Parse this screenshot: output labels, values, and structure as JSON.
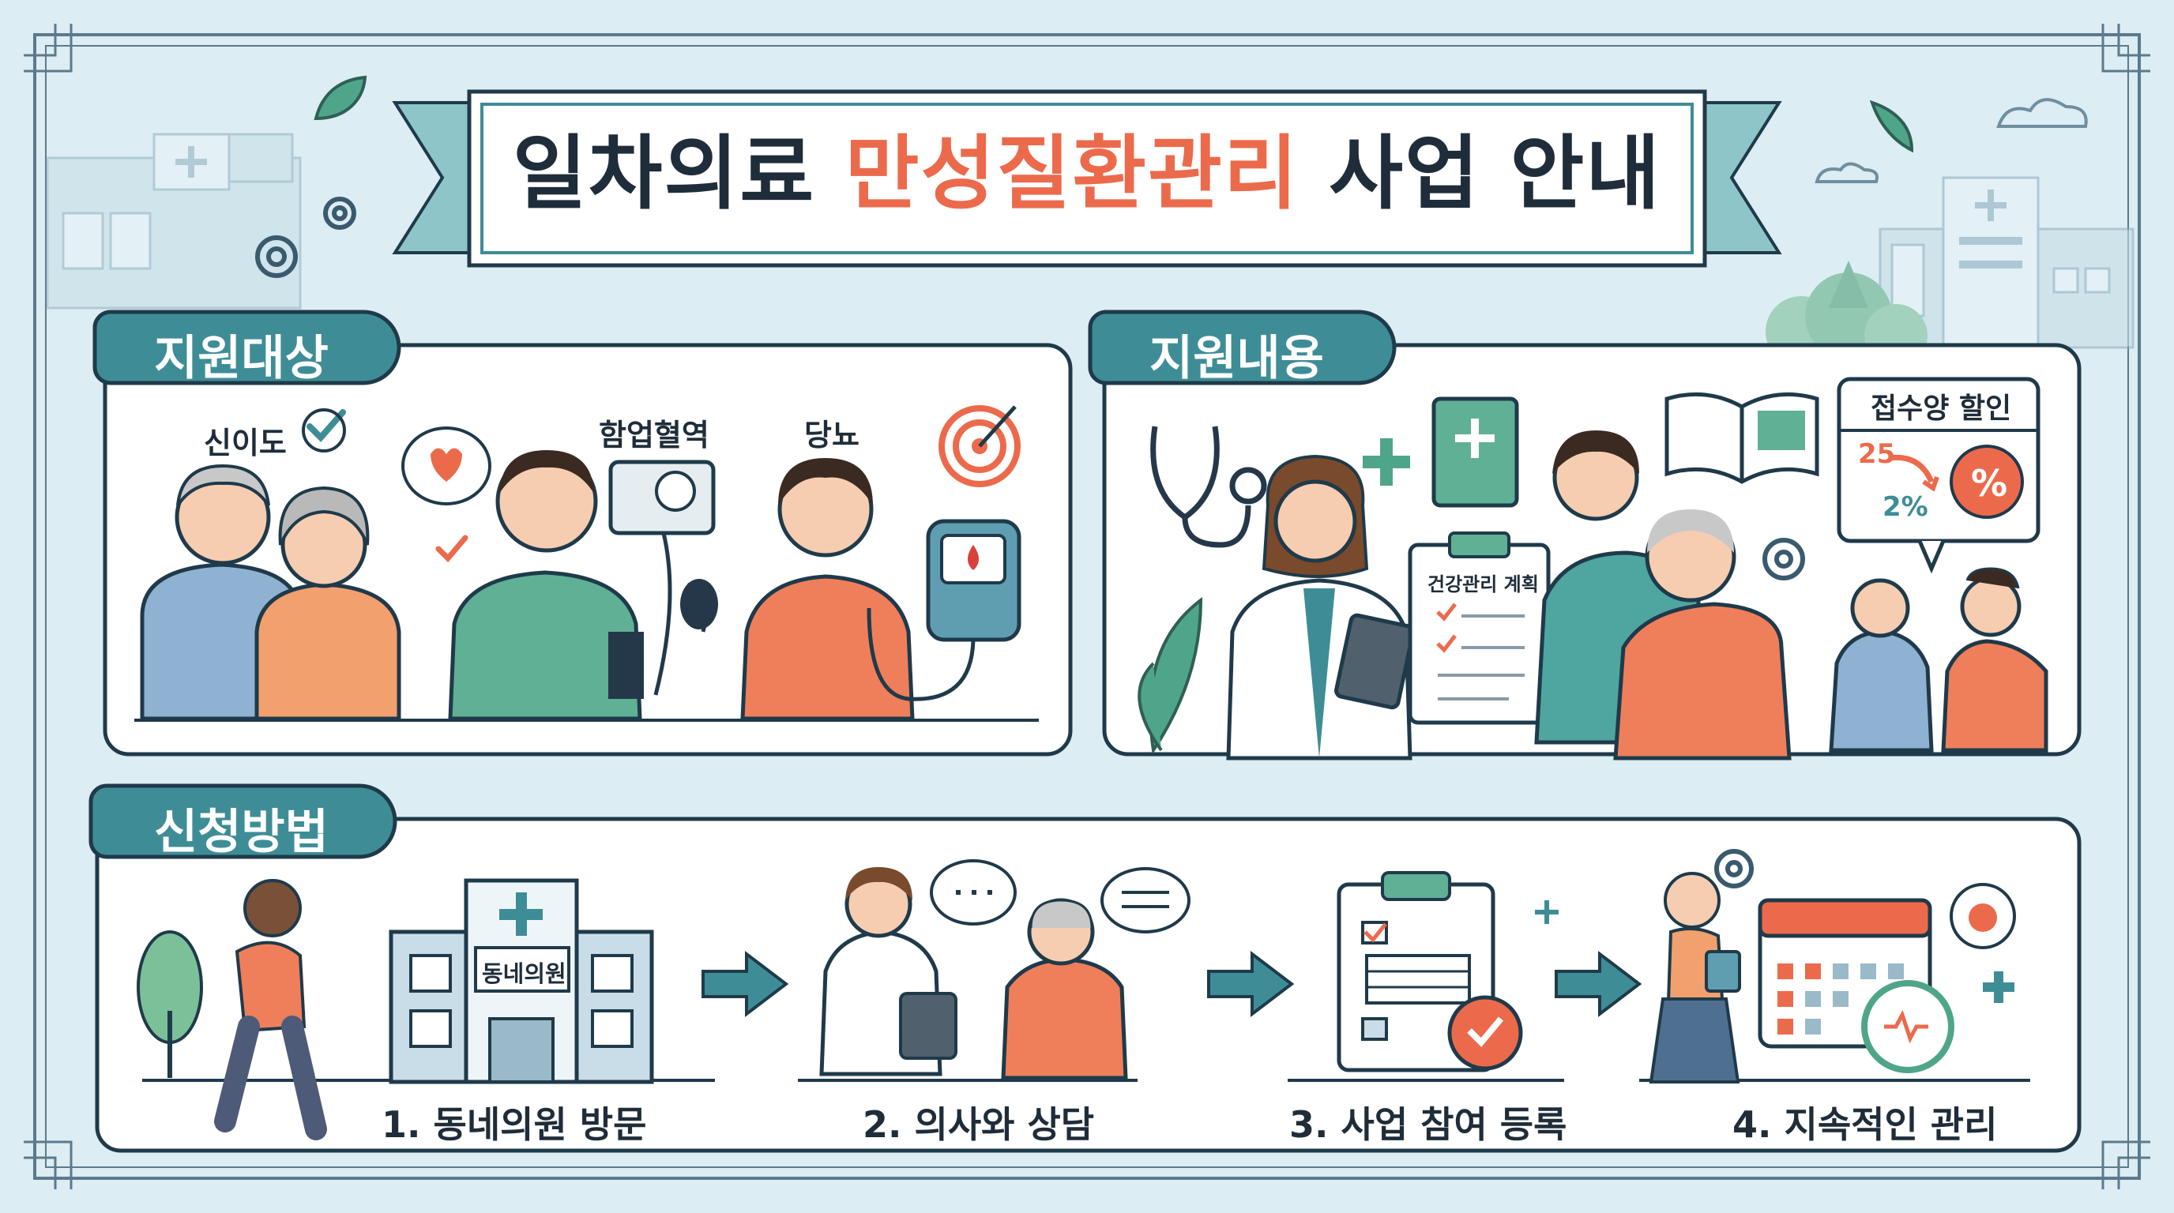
{
  "title": {
    "part1": "일차의료 ",
    "highlight": "만성질환관리",
    "part2": " 사업 안내"
  },
  "sections": {
    "target": {
      "header": "지원대상",
      "groups": [
        "신이도",
        "함업혈역",
        "당뇨"
      ]
    },
    "content": {
      "header": "지원내용",
      "plan_label": "건강관리 계획",
      "discount": {
        "title": "접수양 할인",
        "from": "25",
        "to": "2%",
        "badge": "%"
      }
    },
    "method": {
      "header": "신청방법",
      "clinic_sign": "동네의원",
      "steps": [
        "1. 동네의원 방문",
        "2. 의사와 상담",
        "3. 사업 참여 등록",
        "4. 지속적인 관리"
      ]
    }
  },
  "colors": {
    "accent": "#ec6a4c",
    "teal": "#3e8d96",
    "green": "#4fa58a",
    "navy": "#25384a"
  }
}
